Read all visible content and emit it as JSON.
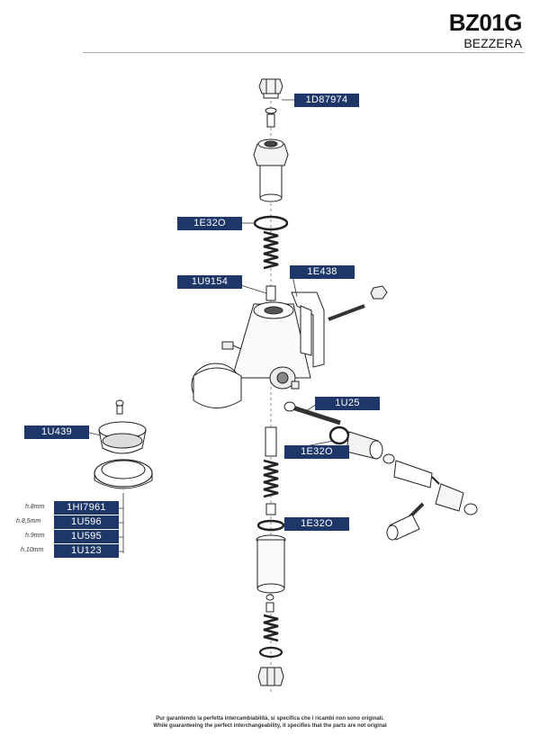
{
  "header": {
    "code": "BZ01G",
    "brand": "BEZZERA"
  },
  "parts": {
    "p1d87974": "1D87974",
    "p1e32o_top": "1E32O",
    "p1u9154": "1U9154",
    "p1e438": "1E438",
    "p1u25": "1U25",
    "p1e32o_mid": "1E32O",
    "p1u439": "1U439",
    "p1hi7961": "1HI7961",
    "p1u596": "1U596",
    "p1u595": "1U595",
    "p1u123": "1U123",
    "p1e32o_low": "1E32O"
  },
  "heights": {
    "h8": "h.8mm",
    "h85": "h.8,5mm",
    "h9": "h.9mm",
    "h10": "h.10mm"
  },
  "footer": {
    "line1": "Pur garantendo la perfetta intercambiabilità, si specifica che i ricambi non sono originali.",
    "line2": "While guaranteeing the perfect interchangeability, it specifies that the parts are not original"
  }
}
